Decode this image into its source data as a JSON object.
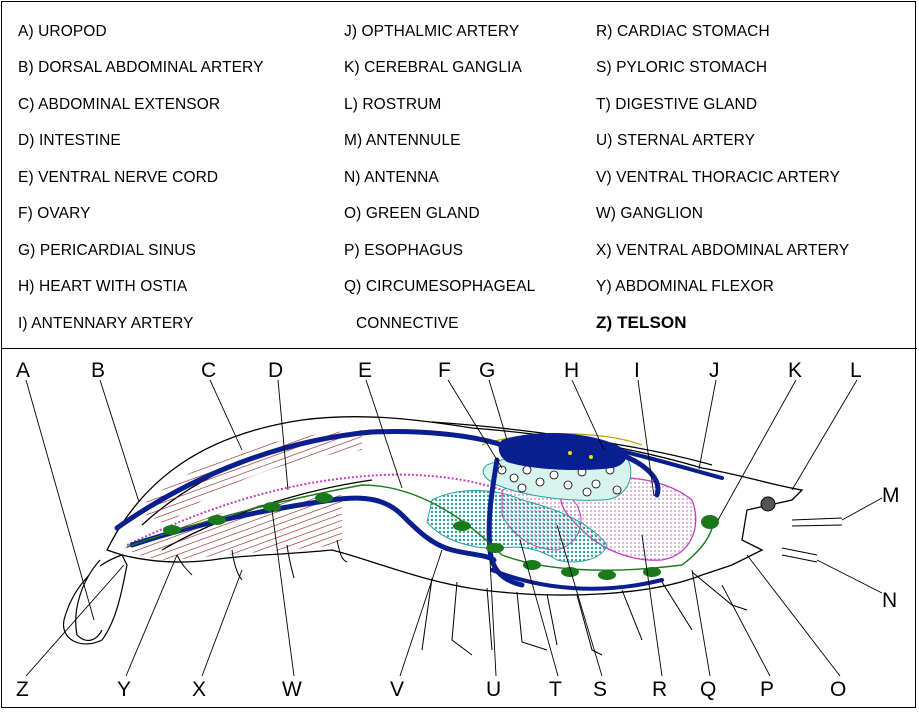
{
  "key": {
    "col1": [
      {
        "text": "A) UROPOD"
      },
      {
        "text": "B) DORSAL ABDOMINAL ARTERY"
      },
      {
        "text": "C) ABDOMINAL EXTENSOR"
      },
      {
        "text": "D) INTESTINE"
      },
      {
        "text": "E) VENTRAL NERVE CORD"
      },
      {
        "text": "F) OVARY"
      },
      {
        "text": "G) PERICARDIAL SINUS"
      },
      {
        "text": "H) HEART WITH OSTIA"
      },
      {
        "text": "I) ANTENNARY ARTERY"
      }
    ],
    "col2": [
      {
        "text": "J) OPTHALMIC ARTERY"
      },
      {
        "text": "K) CEREBRAL GANGLIA"
      },
      {
        "text": "L) ROSTRUM"
      },
      {
        "text": "M) ANTENNULE"
      },
      {
        "text": "N) ANTENNA"
      },
      {
        "text": "O) GREEN GLAND"
      },
      {
        "text": "P) ESOPHAGUS"
      },
      {
        "text": "Q) CIRCUMESOPHAGEAL"
      },
      {
        "text": "CONNECTIVE"
      }
    ],
    "col3": [
      {
        "text": "R) CARDIAC STOMACH"
      },
      {
        "text": "S) PYLORIC STOMACH"
      },
      {
        "text": "T) DIGESTIVE GLAND"
      },
      {
        "text": "U) STERNAL ARTERY"
      },
      {
        "text": "V) VENTRAL THORACIC ARTERY"
      },
      {
        "text": "W) GANGLION"
      },
      {
        "text": "X) VENTRAL ABDOMINAL ARTERY"
      },
      {
        "text": "Y) ABDOMINAL FLEXOR"
      },
      {
        "text": "Z) TELSON"
      }
    ]
  },
  "diagram": {
    "top_labels": [
      "A",
      "B",
      "C",
      "D",
      "E",
      "F",
      "G",
      "H",
      "I",
      "J",
      "K",
      "L"
    ],
    "right_labels": [
      "M",
      "N"
    ],
    "bottom_labels": [
      "Z",
      "Y",
      "X",
      "W",
      "V",
      "U",
      "T",
      "S",
      "R",
      "Q",
      "P",
      "O"
    ]
  },
  "colors": {
    "artery": "#0a1f8f",
    "nerve_ganglion": "#1a7a1a",
    "muscle": "#8b1a1a",
    "stomach": "#c040c0",
    "digestive_gland": "#2aa0a0",
    "outline": "#000000"
  }
}
